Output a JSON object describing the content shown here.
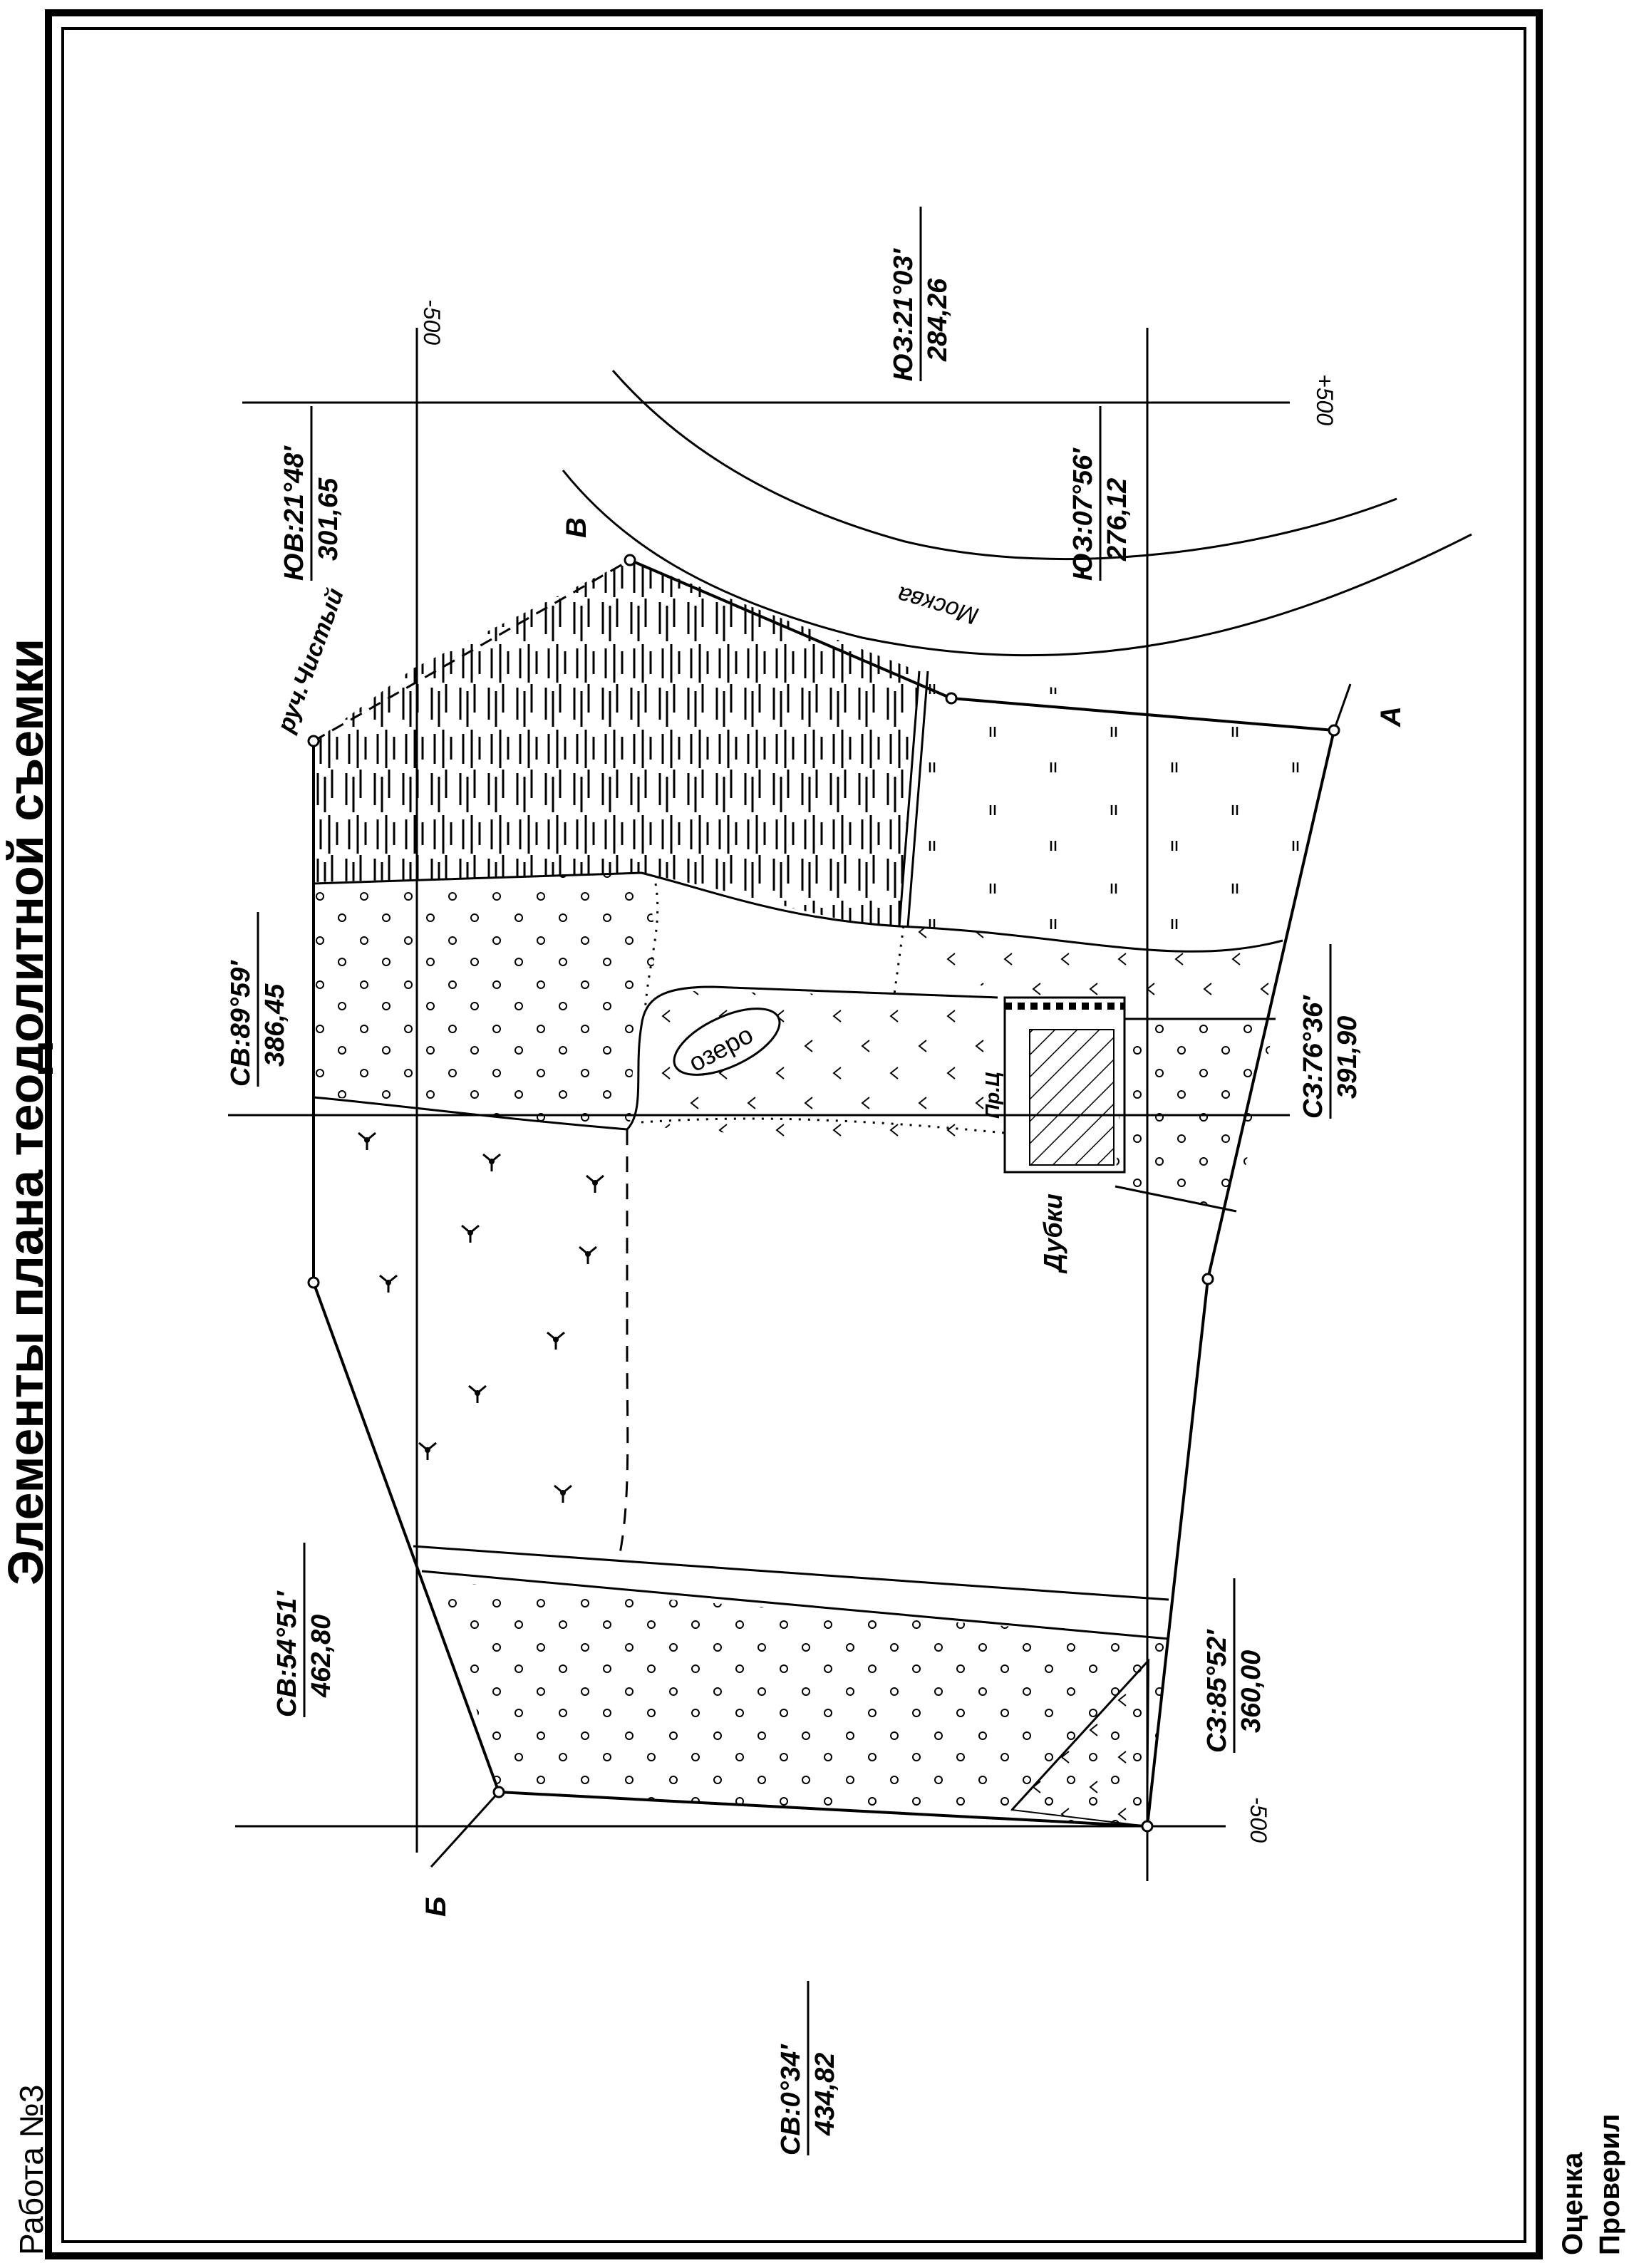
{
  "title": "Элементы плана теодолитной съемки",
  "work_label": "Работа №3",
  "footer": {
    "grade_label": "Оценка",
    "checked_label": "Проверил"
  },
  "grid": {
    "top_label": "-500",
    "right_label": "+500",
    "bottom_label": "-500"
  },
  "points": {
    "a": "А",
    "b": "Б",
    "v": "В"
  },
  "labels": {
    "stream": "руч.Чистый",
    "river": "Москва",
    "lake": "озеро",
    "oaks": "Дубки",
    "prch": "Пр.Ц"
  },
  "bearings": {
    "yv": {
      "direction": "ЮВ:21°48′",
      "distance": "301,65"
    },
    "yz1": {
      "direction": "ЮЗ:21°03′",
      "distance": "284,26"
    },
    "yz2": {
      "direction": "ЮЗ:07°56′",
      "distance": "276,12"
    },
    "sv89": {
      "direction": "СВ:89°59′",
      "distance": "386,45"
    },
    "sz76": {
      "direction": "СЗ:76°36′",
      "distance": "391,90"
    },
    "sv54": {
      "direction": "СВ:54°51′",
      "distance": "462,80"
    },
    "sz85": {
      "direction": "СЗ:85°52′",
      "distance": "360,00"
    },
    "sv0": {
      "direction": "СВ:0°34′",
      "distance": "434,82"
    }
  },
  "colors": {
    "ink": "#000000",
    "paper": "#ffffff"
  }
}
